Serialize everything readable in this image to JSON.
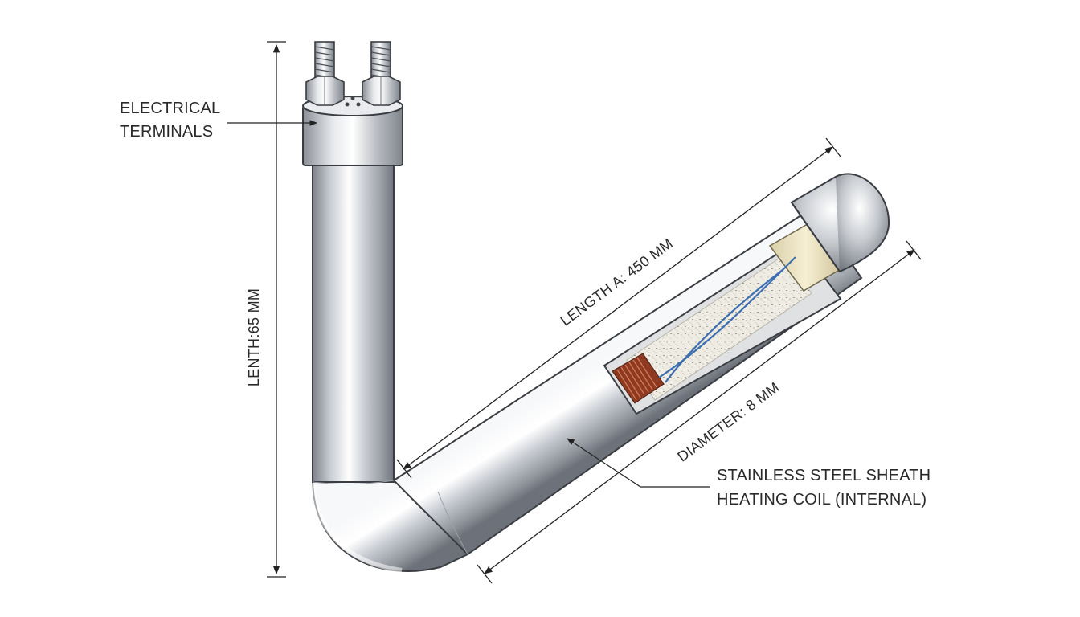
{
  "diagram": {
    "labels": {
      "terminals_line1": "ELECTRICAL",
      "terminals_line2": "TERMINALS",
      "vertical_length": "LENTH:65 MM",
      "length_a": "LENGTH A: 450 MM",
      "diameter": "DIAMETER: 8 MM",
      "sheath": "STAINLESS STEEL SHEATH",
      "coil": "HEATING COIL (INTERNAL)"
    },
    "colors": {
      "steel_light": "#f4f5f7",
      "steel_mid": "#b9bdc3",
      "steel_dark": "#7b8088",
      "insulation": "#ece7da",
      "ceramic_plug": "#efe6c4",
      "coil_copper": "#a2452a",
      "wire_blue": "#3d6fb0",
      "line": "#222222"
    },
    "icons": [
      "terminal-bolt-icon",
      "terminal-nut-icon",
      "end-cap-icon"
    ]
  }
}
